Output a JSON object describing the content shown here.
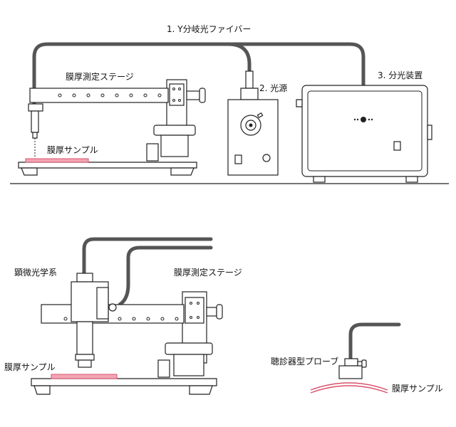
{
  "top_diagram": {
    "fiber_label": "1. Y分岐光ファイバー",
    "light_source_label": "2. 光源",
    "spectrometer_label": "3. 分光装置",
    "stage_label": "膜厚測定ステージ",
    "sample_label": "膜厚サンプル"
  },
  "bottom_left_diagram": {
    "microscope_label": "顕微光学系",
    "stage_label": "膜厚測定ステージ",
    "sample_label": "膜厚サンプル"
  },
  "bottom_right_diagram": {
    "probe_label": "聴診器型プローブ",
    "sample_label": "膜厚サンプル"
  },
  "colors": {
    "fiber": "#555555",
    "sample": "#f2a6b3",
    "sample_edge": "#d9536c"
  }
}
